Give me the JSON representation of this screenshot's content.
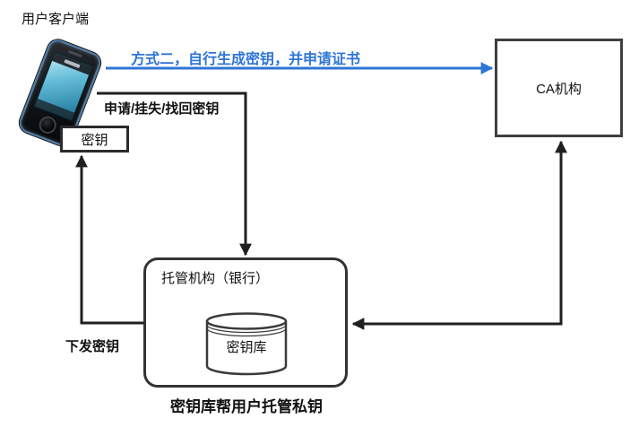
{
  "client": {
    "label": "用户客户端",
    "key_label": "密钥"
  },
  "arrows": {
    "method2_label": "方式二，自行生成密钥，并申请证书",
    "apply_label": "申请/挂失/找回密钥",
    "issue_label": "下发密钥"
  },
  "ca": {
    "label": "CA机构"
  },
  "escrow": {
    "label": "托管机构（银行）",
    "keystore_label": "密钥库"
  },
  "caption": "密钥库帮用户托管私钥",
  "colors": {
    "accent_blue": "#2e75d6",
    "line_black": "#1f1f1f"
  },
  "icons": {
    "phone": "smartphone-icon",
    "keystore": "database-cylinder-icon"
  }
}
